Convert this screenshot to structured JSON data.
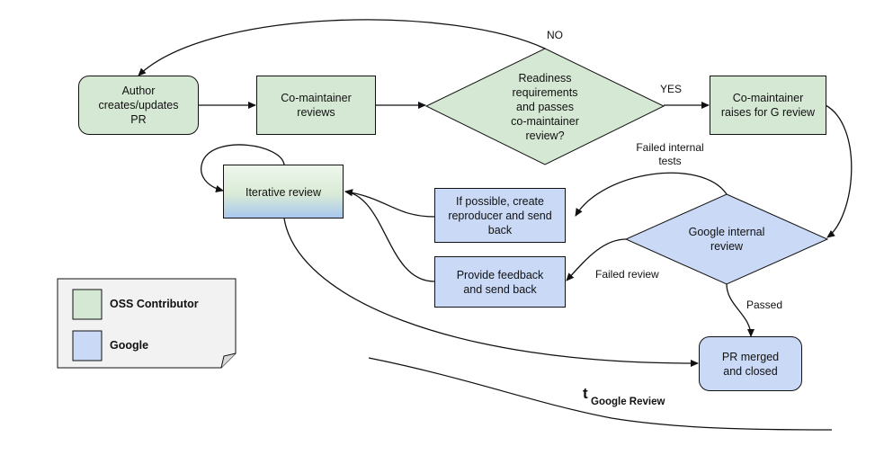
{
  "nodes": {
    "author": "Author\ncreates/updates\nPR",
    "comaintainer_reviews": "Co-maintainer\nreviews",
    "readiness": "Readiness\nrequirements\nand passes\nco-maintainer\nreview?",
    "raises_g_review": "Co-maintainer\nraises for G review",
    "iterative_review": "Iterative review",
    "create_reproducer": "If possible, create\nreproducer and send\nback",
    "google_internal": "Google internal\nreview",
    "provide_feedback": "Provide feedback\nand send back",
    "pr_merged": "PR merged\nand closed"
  },
  "edge_labels": {
    "no": "NO",
    "yes": "YES",
    "failed_internal_tests": "Failed internal\ntests",
    "failed_review": "Failed review",
    "passed": "Passed"
  },
  "legend": {
    "oss_contributor": "OSS Contributor",
    "google": "Google"
  },
  "timeline": {
    "symbol": "t",
    "subscript": "Google Review"
  },
  "colors": {
    "oss_green": "#d5e8d4",
    "google_blue": "#c9d9f6",
    "legend_bg": "#f2f2f2"
  }
}
